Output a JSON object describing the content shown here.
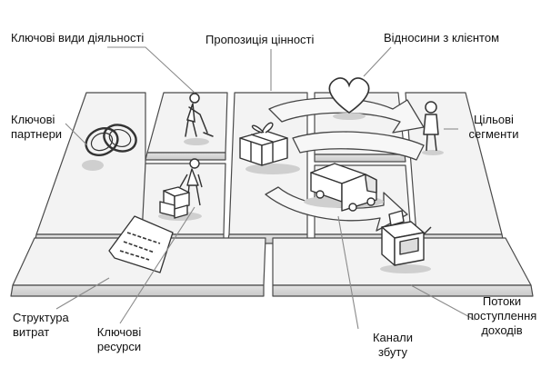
{
  "labels": {
    "key_activities": "Ключові види діяльності",
    "value_proposition": "Пропозиція цінності",
    "customer_relationships": "Відносини з клієнтом",
    "key_partners_1": "Ключові",
    "key_partners_2": "партнери",
    "customer_segments_1": "Цільові",
    "customer_segments_2": "сегменти",
    "cost_structure_1": "Структура",
    "cost_structure_2": "витрат",
    "key_resources_1": "Ключові",
    "key_resources_2": "ресурси",
    "channels_1": "Канали",
    "channels_2": "збуту",
    "revenue_streams_1": "Потоки",
    "revenue_streams_2": "поступлення",
    "revenue_streams_3": "доходів"
  },
  "colors": {
    "line": "#4a4a4a",
    "panel_top": "#f4f4f4",
    "panel_side": "#dcdcdc",
    "shadow": "#cfcfcf",
    "callout": "#8a8a8a"
  },
  "icons": [
    "rings-icon",
    "worker-sweeping-icon",
    "worker-boxes-icon",
    "gift-box-icon",
    "heart-icon",
    "truck-icon",
    "person-icon",
    "cash-register-icon",
    "receipt-icon"
  ]
}
